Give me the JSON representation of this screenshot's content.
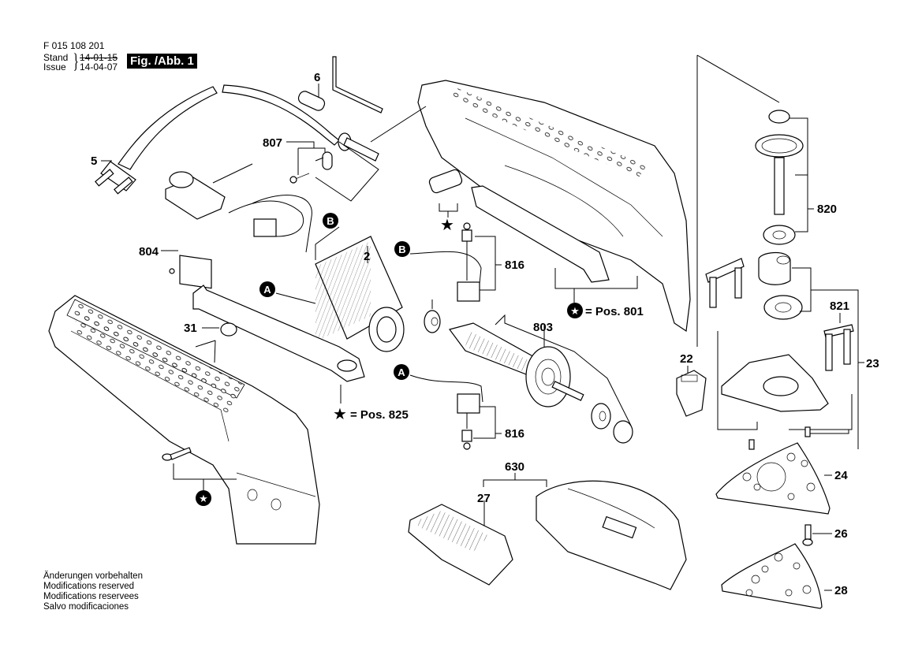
{
  "header": {
    "doc_number": "F 015 108 201",
    "stand_label": "Stand",
    "stand_value": "14-01-15",
    "issue_label": "Issue",
    "issue_value": "14-04-07",
    "figure": "Fig. /Abb. 1"
  },
  "footer": {
    "lines": [
      "Änderungen vorbehalten",
      "Modifications reserved",
      "Modifications reservees",
      "Salvo modificaciones"
    ]
  },
  "callouts": {
    "p5": "5",
    "p6": "6",
    "p807": "807",
    "p804": "804",
    "p2": "2",
    "p31": "31",
    "p816a": "816",
    "p816b": "816",
    "p803": "803",
    "p820": "820",
    "p821": "821",
    "p23": "23",
    "p22": "22",
    "p24": "24",
    "p26": "26",
    "p28": "28",
    "p630": "630",
    "p27": "27"
  },
  "markers": {
    "a": "A",
    "b": "B",
    "pos801": "= Pos. 801",
    "pos825": "= Pos. 825"
  }
}
